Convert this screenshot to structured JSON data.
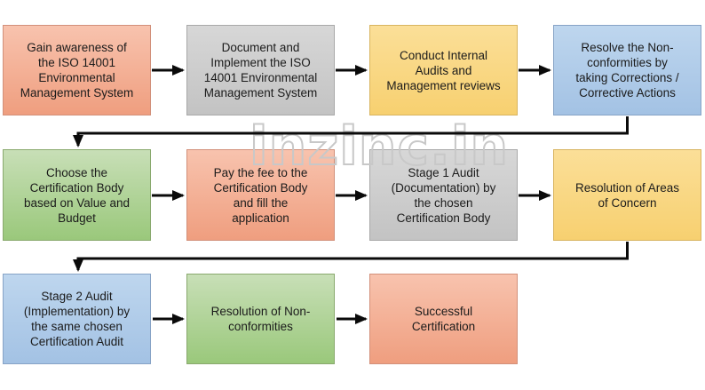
{
  "watermark": {
    "text": "inzinc.in",
    "color": "#c8c8c8"
  },
  "arrow_color": "#0a0a0a",
  "palette": {
    "salmon": {
      "top": "#F8C3AE",
      "bottom": "#EF9E7F",
      "border": "#D2907A"
    },
    "gray": {
      "top": "#D7D7D7",
      "bottom": "#C3C3C3",
      "border": "#A8A8A8"
    },
    "yellow": {
      "top": "#FBDF98",
      "bottom": "#F7D070",
      "border": "#D8B45F"
    },
    "blue": {
      "top": "#BED6EE",
      "bottom": "#A3C2E4",
      "border": "#87A3C6"
    },
    "green": {
      "top": "#C8DFB7",
      "bottom": "#9AC87B",
      "border": "#89A96E"
    }
  },
  "steps": [
    {
      "id": "gain-awareness",
      "color": "salmon",
      "label": "Gain awareness of\nthe ISO 14001\nEnvironmental\nManagement System"
    },
    {
      "id": "document-implement",
      "color": "gray",
      "label": "Document and\nImplement the ISO\n14001 Environmental\nManagement System"
    },
    {
      "id": "internal-audits",
      "color": "yellow",
      "label": "Conduct Internal\nAudits and\nManagement reviews"
    },
    {
      "id": "resolve-nonconformities",
      "color": "blue",
      "label": "Resolve the Non-\nconformities by\ntaking Corrections /\nCorrective Actions"
    },
    {
      "id": "choose-certification-body",
      "color": "green",
      "label": "Choose the\nCertification Body\nbased on Value and\nBudget"
    },
    {
      "id": "pay-fee",
      "color": "salmon",
      "label": "Pay the fee to the\nCertification Body\nand fill the\napplication"
    },
    {
      "id": "stage1-audit",
      "color": "gray",
      "label": "Stage 1 Audit\n(Documentation) by\nthe chosen\nCertification Body"
    },
    {
      "id": "resolution-areas-of-concern",
      "color": "yellow",
      "label": "Resolution of Areas\nof Concern"
    },
    {
      "id": "stage2-audit",
      "color": "blue",
      "label": "Stage 2 Audit\n(Implementation) by\nthe same chosen\nCertification Audit"
    },
    {
      "id": "resolution-nonconformities",
      "color": "green",
      "label": "Resolution of Non-\nconformities"
    },
    {
      "id": "successful-certification",
      "color": "salmon",
      "label": "Successful\nCertification"
    }
  ]
}
